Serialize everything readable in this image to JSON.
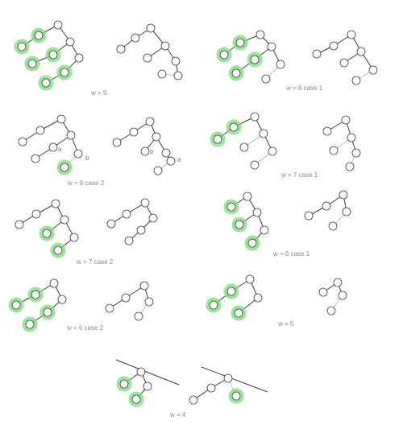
{
  "captions": {
    "w9": "w = 9",
    "w8c1": "w = 8 case 1",
    "w8c2": "w = 8 case 2",
    "w7c1": "w = 7 case 1",
    "w7c2": "w = 7 case 2",
    "w6c1": "w = 6 case 1",
    "w6c2": "w = 6 case 2",
    "w5": "w = 5",
    "w4": "w = 4"
  },
  "labels": {
    "a": "a",
    "b": "b"
  },
  "colors": {
    "node_stroke": "#3a3a3a",
    "node_fill": "#ffffff",
    "edge_dark": "#3a3a3a",
    "edge_light": "#b0b0b0",
    "highlight": "#7fe07f",
    "caption": "#888888",
    "label": "#6b6bd6"
  }
}
